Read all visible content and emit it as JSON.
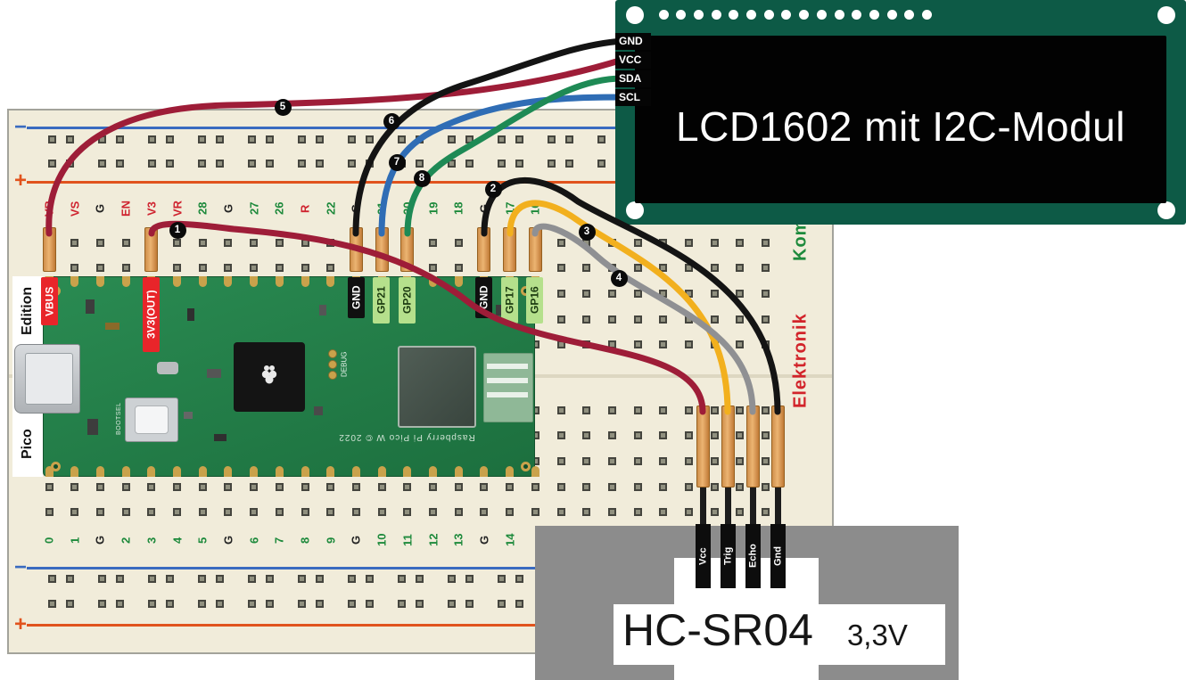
{
  "breadboard": {
    "minus": "−",
    "plus": "+",
    "side_texts": [
      {
        "text": "Kompendium",
        "color": "#1d8a3c"
      },
      {
        "text": "Elektronik",
        "color": "#d2232a"
      }
    ],
    "top_labels": [
      {
        "text": "VB",
        "color": "#cf2430"
      },
      {
        "text": "VS",
        "color": "#cf2430"
      },
      {
        "text": "G",
        "color": "#222222"
      },
      {
        "text": "EN",
        "color": "#cf2430"
      },
      {
        "text": "V3",
        "color": "#cf2430"
      },
      {
        "text": "VR",
        "color": "#cf2430"
      },
      {
        "text": "28",
        "color": "#1e8a3c"
      },
      {
        "text": "G",
        "color": "#222222"
      },
      {
        "text": "27",
        "color": "#1e8a3c"
      },
      {
        "text": "26",
        "color": "#1e8a3c"
      },
      {
        "text": "R",
        "color": "#cf2430"
      },
      {
        "text": "22",
        "color": "#1e8a3c"
      },
      {
        "text": "G",
        "color": "#222222"
      },
      {
        "text": "21",
        "color": "#1e8a3c"
      },
      {
        "text": "20",
        "color": "#1e8a3c"
      },
      {
        "text": "19",
        "color": "#1e8a3c"
      },
      {
        "text": "18",
        "color": "#1e8a3c"
      },
      {
        "text": "G",
        "color": "#222222"
      },
      {
        "text": "17",
        "color": "#1e8a3c"
      },
      {
        "text": "16",
        "color": "#1e8a3c"
      }
    ],
    "bottom_labels": [
      {
        "text": "0",
        "color": "#1e8a3c"
      },
      {
        "text": "1",
        "color": "#1e8a3c"
      },
      {
        "text": "G",
        "color": "#222222"
      },
      {
        "text": "2",
        "color": "#1e8a3c"
      },
      {
        "text": "3",
        "color": "#1e8a3c"
      },
      {
        "text": "4",
        "color": "#1e8a3c"
      },
      {
        "text": "5",
        "color": "#1e8a3c"
      },
      {
        "text": "G",
        "color": "#222222"
      },
      {
        "text": "6",
        "color": "#1e8a3c"
      },
      {
        "text": "7",
        "color": "#1e8a3c"
      },
      {
        "text": "8",
        "color": "#1e8a3c"
      },
      {
        "text": "9",
        "color": "#1e8a3c"
      },
      {
        "text": "G",
        "color": "#222222"
      },
      {
        "text": "10",
        "color": "#1e8a3c"
      },
      {
        "text": "11",
        "color": "#1e8a3c"
      },
      {
        "text": "12",
        "color": "#1e8a3c"
      },
      {
        "text": "13",
        "color": "#1e8a3c"
      },
      {
        "text": "G",
        "color": "#222222"
      },
      {
        "text": "14",
        "color": "#1e8a3c"
      }
    ]
  },
  "pico": {
    "edition_label": "Edition",
    "pico_label": "Pico",
    "bootsel_label": "BOOTSEL",
    "debug_label": "DEBUG",
    "board_text": "Raspberry Pi Pico W © 2022",
    "pin_labels": [
      {
        "text": "VBUS",
        "bg": "#e8252a",
        "fg": "#ffffff"
      },
      {
        "text": "3V3(OUT)",
        "bg": "#e8252a",
        "fg": "#ffffff"
      },
      {
        "text": "GND",
        "bg": "#101010",
        "fg": "#ffffff"
      },
      {
        "text": "GP21",
        "bg": "#b5e08c",
        "fg": "#1b3a10"
      },
      {
        "text": "GP20",
        "bg": "#b5e08c",
        "fg": "#1b3a10"
      },
      {
        "text": "GND",
        "bg": "#101010",
        "fg": "#ffffff"
      },
      {
        "text": "GP17",
        "bg": "#b5e08c",
        "fg": "#1b3a10"
      },
      {
        "text": "GP16",
        "bg": "#b5e08c",
        "fg": "#1b3a10"
      }
    ]
  },
  "lcd": {
    "title": "LCD1602 mit I2C-Modul",
    "pins": [
      "GND",
      "VCC",
      "SDA",
      "SCL"
    ]
  },
  "sensor": {
    "name": "HC-SR04",
    "voltage": "3,3V",
    "pins": [
      "Vcc",
      "Trig",
      "Echo",
      "Gnd"
    ]
  },
  "wires": {
    "1": {
      "color": "#9e1d38",
      "from": "3V3(OUT)",
      "to": "HC-SR04 Vcc"
    },
    "2": {
      "color": "#141414",
      "from": "GND",
      "to": "HC-SR04 Gnd"
    },
    "3": {
      "color": "#f2b01e",
      "from": "GP17",
      "to": "HC-SR04 Trig"
    },
    "4": {
      "color": "#8f9093",
      "from": "GP16",
      "to": "HC-SR04 Echo"
    },
    "5": {
      "color": "#9e1d38",
      "from": "VBUS",
      "to": "LCD VCC"
    },
    "6": {
      "color": "#141414",
      "from": "GND",
      "to": "LCD GND"
    },
    "7": {
      "color": "#2f6db5",
      "from": "GP21",
      "to": "LCD SCL"
    },
    "8": {
      "color": "#1e8a55",
      "from": "GP20",
      "to": "LCD SDA"
    }
  }
}
